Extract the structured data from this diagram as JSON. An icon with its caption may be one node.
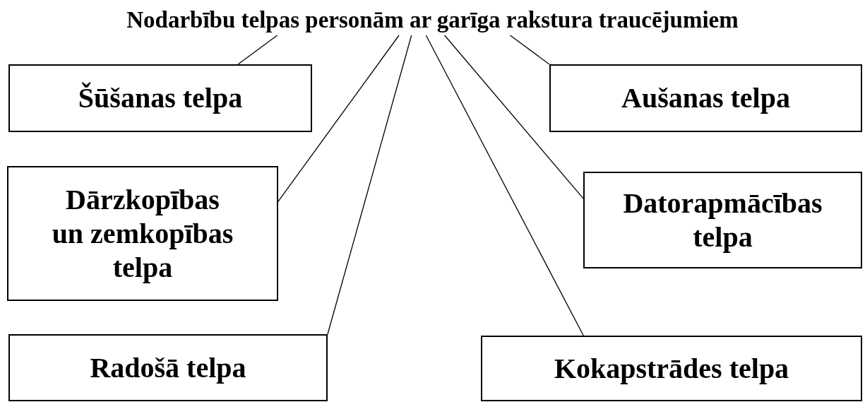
{
  "diagram": {
    "nodes": [
      {
        "text": [
          "Nodarbību telpas personām ar garīga rakstura traucējumiem"
        ]
      },
      {
        "text": [
          "Šūšanas telpa"
        ]
      },
      {
        "text": [
          "Aušanas telpa"
        ]
      },
      {
        "text": [
          "Dārzkopības un zemkopības telpa"
        ]
      },
      {
        "text": [
          "Datorapmācības telpa"
        ]
      },
      {
        "text": [
          "Radošā telpa"
        ]
      },
      {
        "text": [
          "Kokapstrādes telpa"
        ]
      }
    ],
    "edges": [
      {
        "from": 0,
        "to": 1,
        "arrow": "none"
      },
      {
        "from": 0,
        "to": 2,
        "arrow": "none"
      },
      {
        "from": 0,
        "to": 3,
        "arrow": "none"
      },
      {
        "from": 0,
        "to": 4,
        "arrow": "none"
      },
      {
        "from": 0,
        "to": 5,
        "arrow": "none"
      },
      {
        "from": 0,
        "to": 6,
        "arrow": "none"
      }
    ]
  }
}
